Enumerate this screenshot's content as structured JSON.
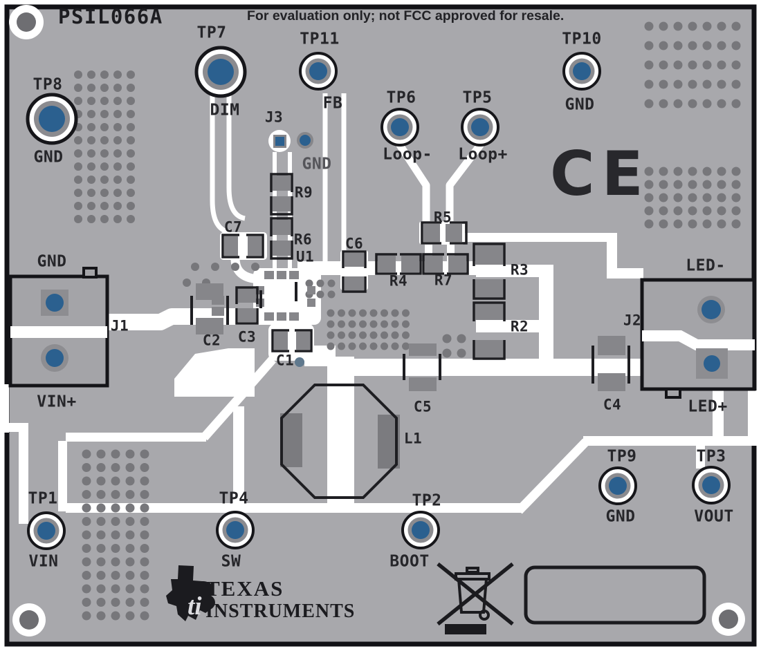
{
  "board": {
    "title": "PSIL066A",
    "disclaimer": "For evaluation only; not FCC approved for resale."
  },
  "test_points": {
    "tp7": {
      "ref": "TP7",
      "net": "DIM"
    },
    "tp11": {
      "ref": "TP11",
      "net": "FB"
    },
    "tp8": {
      "ref": "TP8",
      "net": "GND"
    },
    "tp6": {
      "ref": "TP6",
      "net": "Loop-"
    },
    "tp5": {
      "ref": "TP5",
      "net": "Loop+"
    },
    "tp10": {
      "ref": "TP10",
      "net": "GND"
    },
    "tp1": {
      "ref": "TP1",
      "net": "VIN"
    },
    "tp4": {
      "ref": "TP4",
      "net": "SW"
    },
    "tp2": {
      "ref": "TP2",
      "net": "BOOT"
    },
    "tp9": {
      "ref": "TP9",
      "net": "GND"
    },
    "tp3": {
      "ref": "TP3",
      "net": "VOUT"
    }
  },
  "connectors": {
    "j1": {
      "ref": "J1",
      "pin_top": "GND",
      "pin_bottom": "VIN+"
    },
    "j2": {
      "ref": "J2",
      "pin_top": "LED-",
      "pin_bottom": "LED+"
    },
    "j3": {
      "ref": "J3",
      "net": "GND"
    }
  },
  "components": {
    "r9": "R9",
    "r6": "R6",
    "c7": "C7",
    "u1": "U1",
    "c6": "C6",
    "r4": "R4",
    "r7": "R7",
    "r5": "R5",
    "r3": "R3",
    "r2": "R2",
    "c2": "C2",
    "c3": "C3",
    "c1": "C1",
    "c5": "C5",
    "c4": "C4",
    "l1": "L1"
  },
  "marks": {
    "ce": "CE",
    "ti_mark": "ti",
    "ti_line1": "TEXAS",
    "ti_line2": "INSTRUMENTS"
  },
  "colors": {
    "board": "#a8a8ac",
    "trace": "#ffffff",
    "silkscreen": "#26262a",
    "via": "#77777b",
    "pad": "#86868a",
    "hole_blue": "#2b608f",
    "outline": "#121216"
  }
}
